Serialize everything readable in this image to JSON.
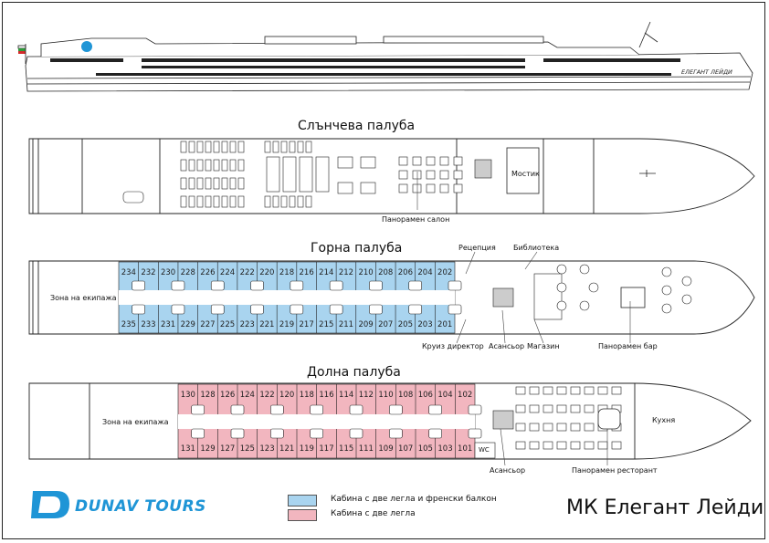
{
  "decks": {
    "sun": {
      "title": "Слънчева палуба"
    },
    "upper": {
      "title": "Горна палуба"
    },
    "main": {
      "title": "Долна палуба"
    }
  },
  "labels": {
    "hull_name": "ЕЛЕГАНТ ЛЕЙДИ",
    "panorama_salon": "Панорамен салон",
    "bridge": "Мостик",
    "reception": "Рецепция",
    "library": "Библиотека",
    "crew_zone_upper": "Зона на екипажа",
    "cruise_director": "Круиз директор",
    "elevator_upper": "Асансьор",
    "shop": "Магазин",
    "panorama_bar": "Панорамен бар",
    "crew_zone_main": "Зона на екипажа",
    "kitchen": "Кухня",
    "wc": "WC",
    "elevator_main": "Асансьор",
    "panorama_restaurant": "Панорамен ресторант"
  },
  "upper_cabins": {
    "top": [
      "234",
      "232",
      "230",
      "228",
      "226",
      "224",
      "222",
      "220",
      "218",
      "216",
      "214",
      "212",
      "210",
      "208",
      "206",
      "204",
      "202"
    ],
    "bottom": [
      "235",
      "233",
      "231",
      "229",
      "227",
      "225",
      "223",
      "221",
      "219",
      "217",
      "215",
      "211",
      "209",
      "207",
      "205",
      "203",
      "201"
    ]
  },
  "main_cabins": {
    "top": [
      "130",
      "128",
      "126",
      "124",
      "122",
      "120",
      "118",
      "116",
      "114",
      "112",
      "110",
      "108",
      "106",
      "104",
      "102"
    ],
    "bottom": [
      "131",
      "129",
      "127",
      "125",
      "123",
      "121",
      "119",
      "117",
      "115",
      "111",
      "109",
      "107",
      "105",
      "103",
      "101"
    ]
  },
  "legend": [
    {
      "color": "#a9d4ef",
      "text": "Кабина с две легла и френски балкон"
    },
    {
      "color": "#f2b6bf",
      "text": "Кабина с две легла"
    }
  ],
  "logo": {
    "text": "DUNAV TOURS",
    "color": "#1f95d6"
  },
  "ship_name": "МК Елегант Лейди"
}
